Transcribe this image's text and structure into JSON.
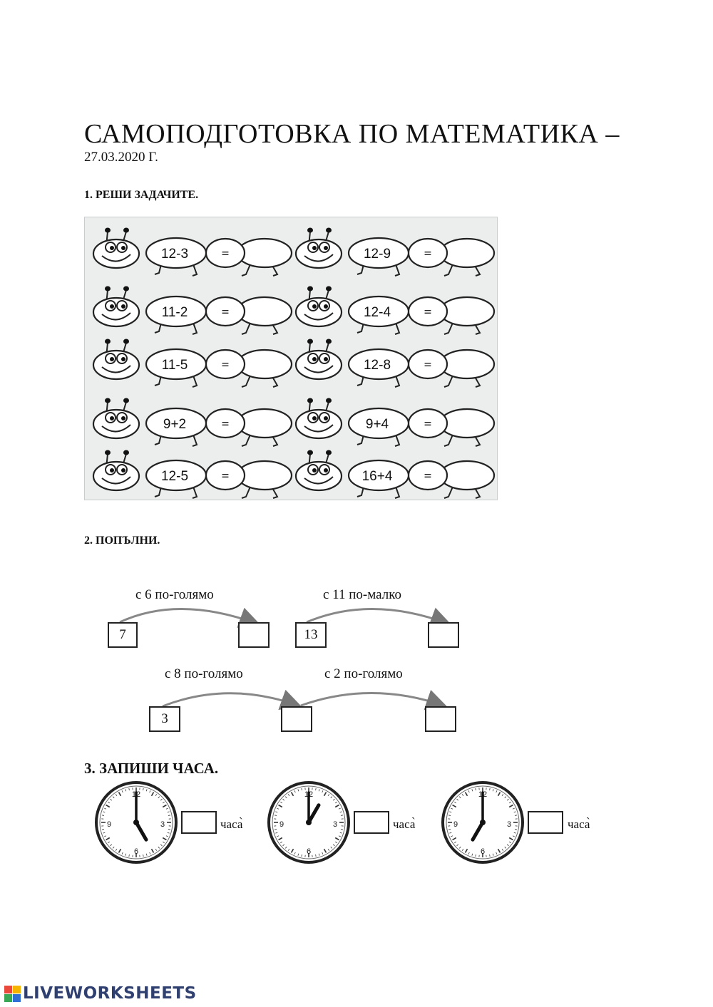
{
  "title": "САМОПОДГОТОВКА ПО МАТЕМАТИКА –",
  "date": "27.03.2020 Г.",
  "task1": {
    "heading": "1. РЕШИ ЗАДАЧИТЕ.",
    "equals": "=",
    "left": [
      "12-3",
      "11-2",
      "11-5",
      "9+2",
      "12-5"
    ],
    "right": [
      "12-9",
      "12-4",
      "12-8",
      "9+4",
      "16+4"
    ]
  },
  "task2": {
    "heading": "2. ПОПЪЛНИ.",
    "arrow1": {
      "label": "с 6 по-голямо",
      "start": "7"
    },
    "arrow2": {
      "label": "с 11 по-малко",
      "start": "13"
    },
    "arrow3": {
      "label": "с 8 по-голямо",
      "start": "3"
    },
    "arrow4": {
      "label": "с 2 по-голямо"
    }
  },
  "task3": {
    "heading": "3. ЗАПИШИ ЧАСА.",
    "unit": "часа̀",
    "dial": [
      "12",
      "3",
      "6",
      "9"
    ],
    "clocks": [
      {
        "hour": 5,
        "minute": 0
      },
      {
        "hour": 1,
        "minute": 0
      },
      {
        "hour": 7,
        "minute": 0
      }
    ]
  },
  "footer": {
    "brand": "LIVEWORKSHEETS"
  }
}
